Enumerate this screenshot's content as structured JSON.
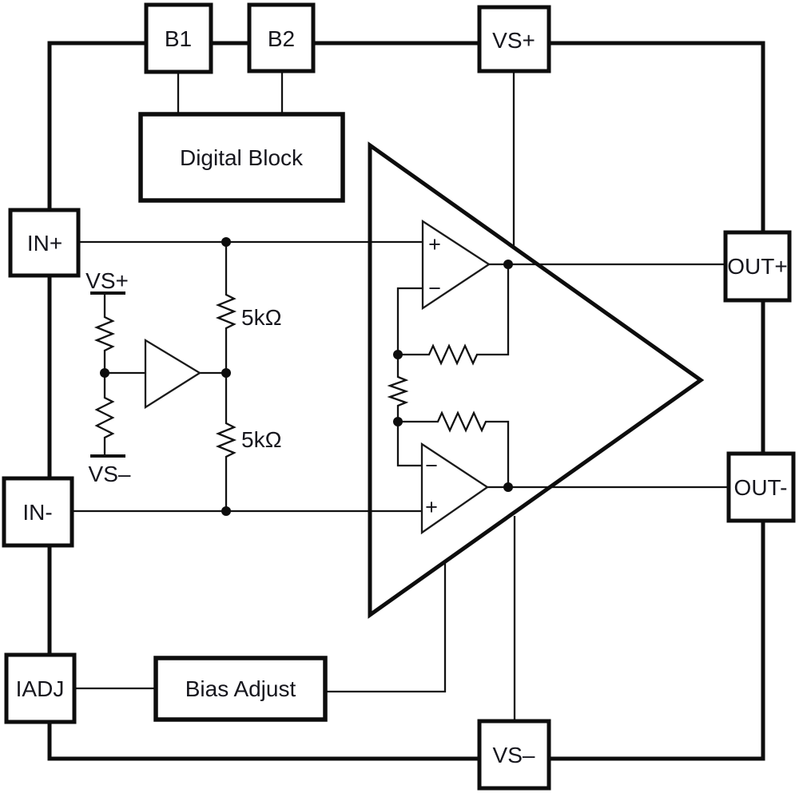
{
  "terminals": {
    "b1": "B1",
    "b2": "B2",
    "vs_plus": "VS+",
    "in_plus": "IN+",
    "in_minus": "IN-",
    "iadj": "IADJ",
    "out_plus": "OUT+",
    "out_minus": "OUT-",
    "vs_minus": "VS–"
  },
  "blocks": {
    "digital_block": "Digital Block",
    "bias_adjust": "Bias Adjust"
  },
  "bias_network": {
    "rail_top_label": "VS+",
    "rail_bottom_label": "VS–",
    "resistor_top_value": "5kΩ",
    "resistor_bottom_value": "5kΩ"
  },
  "opamps": {
    "top": {
      "plus_sign": "+",
      "minus_sign": "−"
    },
    "bottom": {
      "plus_sign": "+",
      "minus_sign": "−"
    }
  },
  "colors": {
    "line": "#111111",
    "text": "#16161d",
    "background": "#ffffff"
  }
}
